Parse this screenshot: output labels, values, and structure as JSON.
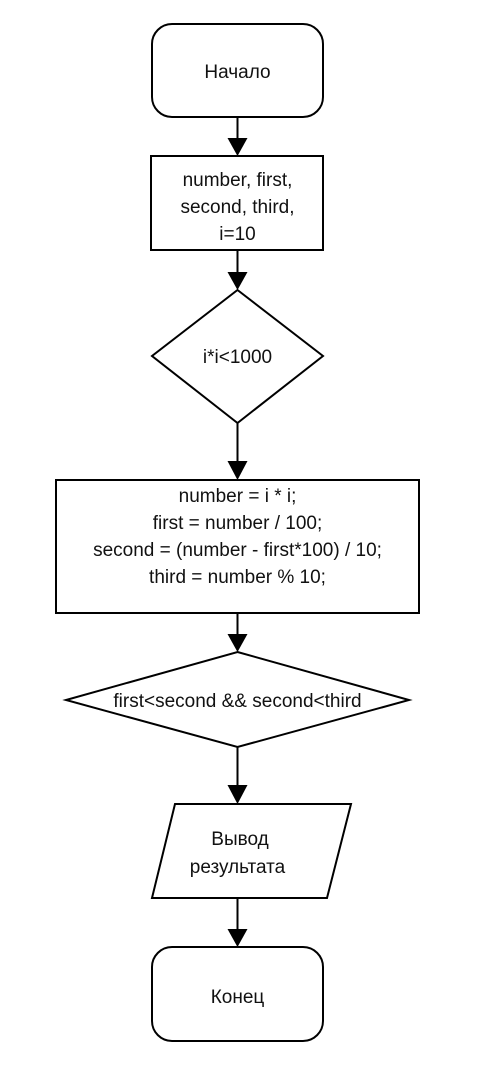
{
  "diagram": {
    "start": {
      "label": "Начало"
    },
    "init": {
      "lines": [
        "number, first,",
        "second, third,",
        "i=10"
      ]
    },
    "loop_condition": {
      "label": "i*i<1000"
    },
    "compute": {
      "lines": [
        "number = i * i;",
        "first = number / 100;",
        "second = (number - first*100) / 10;",
        "third = number % 10;"
      ]
    },
    "check_condition": {
      "label": "first<second && second<third"
    },
    "output": {
      "lines": [
        "Вывод",
        "результата"
      ]
    },
    "end": {
      "label": "Конец"
    }
  }
}
